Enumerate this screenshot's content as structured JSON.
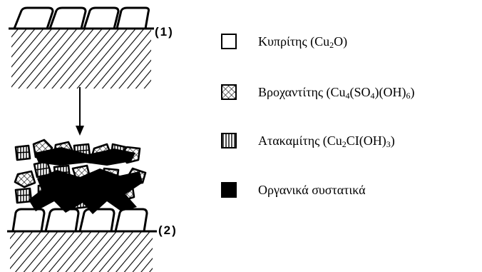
{
  "stages": [
    "(1)",
    "(2)"
  ],
  "legend": [
    {
      "key": "cuprite",
      "parts": [
        "Κυπρίτης (Cu",
        "2",
        "O)"
      ],
      "pattern": "empty"
    },
    {
      "key": "brochantite",
      "parts": [
        "Βροχαντίτης (Cu",
        "4",
        "(SO",
        "4",
        ")(OH)",
        "6",
        ")"
      ],
      "pattern": "crosshatch"
    },
    {
      "key": "atacamite",
      "parts": [
        "Ατακαμίτης (Cu",
        "2",
        "CI(OH)",
        "3",
        ")"
      ],
      "pattern": "vertical-lines"
    },
    {
      "key": "organics",
      "parts": [
        "Οργανικά συστατικά"
      ],
      "pattern": "solid-black"
    }
  ]
}
